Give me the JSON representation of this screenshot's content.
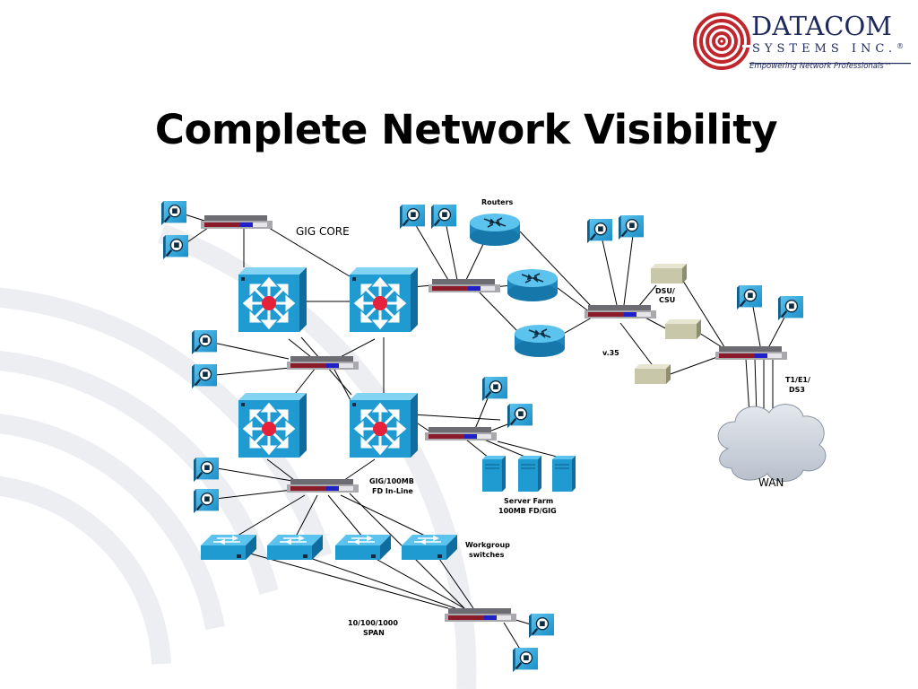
{
  "logo": {
    "company": "DATACOM",
    "systems": "SYSTEMS INC.",
    "registered": "®",
    "tagline": "Empowering Network Professionals™"
  },
  "title": "Complete Network Visibility",
  "labels": {
    "gig_core": "GIG CORE",
    "routers": "Routers",
    "dsu_csu_1": "DSU/",
    "dsu_csu_2": "CSU",
    "v35": "v.35",
    "t1_1": "T1/E1/",
    "t1_2": "DS3",
    "wan": "WAN",
    "gig_inline_1": "GIG/100MB",
    "gig_inline_2": "FD In-Line",
    "server_farm_1": "Server Farm",
    "server_farm_2": "100MB FD/GIG",
    "workgroup_1": "Workgroup",
    "workgroup_2": "switches",
    "span_1": "10/100/1000",
    "span_2": "SPAN"
  },
  "colors": {
    "brand_navy": "#1f2a5c",
    "brand_red": "#c0272d",
    "device_blue": "#1f9bd1",
    "tap_bar_red": "#8b1a2b",
    "tap_bar_blue": "#2020c8",
    "watermark": "#e9ecef"
  },
  "icons": [
    "multilayer-switch-icon",
    "router-icon",
    "workgroup-switch-icon",
    "server-icon",
    "network-tap-icon",
    "analyzer-probe-icon",
    "dsu-csu-icon",
    "wan-cloud-icon"
  ]
}
